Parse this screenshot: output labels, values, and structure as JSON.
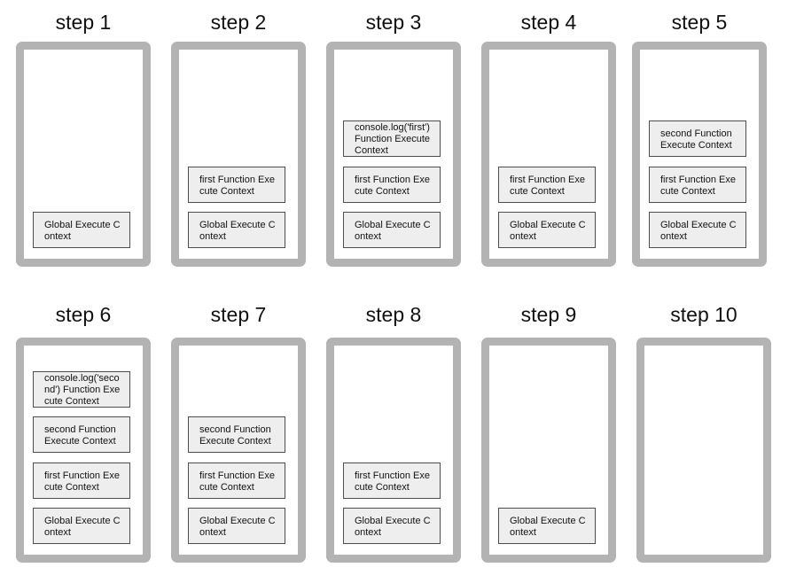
{
  "steps": [
    {
      "label": "step 1",
      "frames": [
        "Global Execute Context"
      ]
    },
    {
      "label": "step 2",
      "frames": [
        "Global Execute Context",
        "first Function Execute Context"
      ]
    },
    {
      "label": "step 3",
      "frames": [
        "Global Execute Context",
        "first Function Execute Context",
        "console.log('first') Function Execute Context"
      ]
    },
    {
      "label": "step 4",
      "frames": [
        "Global Execute Context",
        "first Function Execute Context"
      ]
    },
    {
      "label": "step 5",
      "frames": [
        "Global Execute Context",
        "first Function Execute Context",
        "second Function Execute Context"
      ]
    },
    {
      "label": "step 6",
      "frames": [
        "Global Execute Context",
        "first Function Execute Context",
        "second Function Execute Context",
        "console.log('second') Function Execute Context"
      ]
    },
    {
      "label": "step 7",
      "frames": [
        "Global Execute Context",
        "first Function Execute Context",
        "second Function Execute Context"
      ]
    },
    {
      "label": "step 8",
      "frames": [
        "Global Execute Context",
        "first Function Execute Context"
      ]
    },
    {
      "label": "step 9",
      "frames": [
        "Global Execute Context"
      ]
    },
    {
      "label": "step 10",
      "frames": []
    }
  ],
  "colors": {
    "container_border": "#b3b3b3",
    "frame_fill": "#eeeeee",
    "frame_border": "#4d4d4d"
  }
}
